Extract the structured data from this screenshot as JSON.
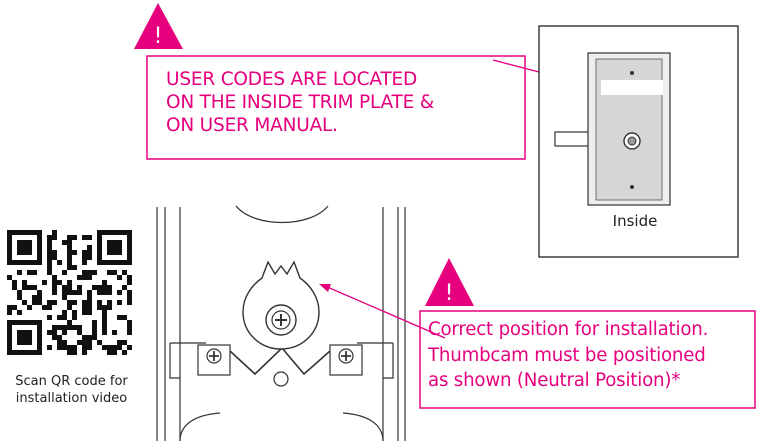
{
  "warnings": [
    {
      "symbol": "!",
      "lines": [
        "USER CODES ARE LOCATED",
        "ON THE INSIDE TRIM PLATE &",
        "ON USER MANUAL."
      ]
    },
    {
      "symbol": "!",
      "lines": [
        "Correct position for installation.",
        "Thumbcam must be positioned",
        "as shown (Neutral Position)*"
      ]
    }
  ],
  "inset": {
    "label": "Inside"
  },
  "qr": {
    "caption_lines": [
      "Scan QR code for",
      "installation video"
    ]
  },
  "colors": {
    "accent": "#e6007e",
    "line": "#333333",
    "plate": "#e2e2e2"
  }
}
